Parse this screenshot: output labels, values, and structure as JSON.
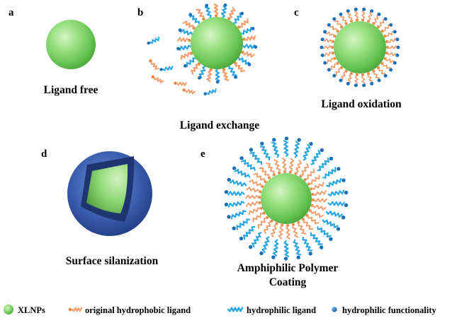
{
  "panels": {
    "a": {
      "letter": "a",
      "caption": "Ligand free"
    },
    "b": {
      "letter": "b",
      "caption": "Ligand exchange"
    },
    "c": {
      "letter": "c",
      "caption": "Ligand oxidation"
    },
    "d": {
      "letter": "d",
      "caption": "Surface silanization"
    },
    "e": {
      "letter": "e",
      "caption_line1": "Amphiphilic Polymer",
      "caption_line2": "Coating"
    }
  },
  "legend": [
    {
      "icon": "green-sphere-icon",
      "label": "XLNPs"
    },
    {
      "icon": "orange-ligand-icon",
      "label": "original hydrophobic ligand"
    },
    {
      "icon": "blue-ligand-icon",
      "label": "hydrophilic ligand"
    },
    {
      "icon": "blue-dot-icon",
      "label": "hydrophilic functionality"
    }
  ],
  "colors": {
    "nanoparticle": "#7dd46a",
    "hydrophobic_ligand": "#f0a070",
    "hydrophilic_ligand": "#2aa6e0",
    "hydrophilic_functionality": "#1b6fb5",
    "silica_shell": "#3b5eb0"
  }
}
